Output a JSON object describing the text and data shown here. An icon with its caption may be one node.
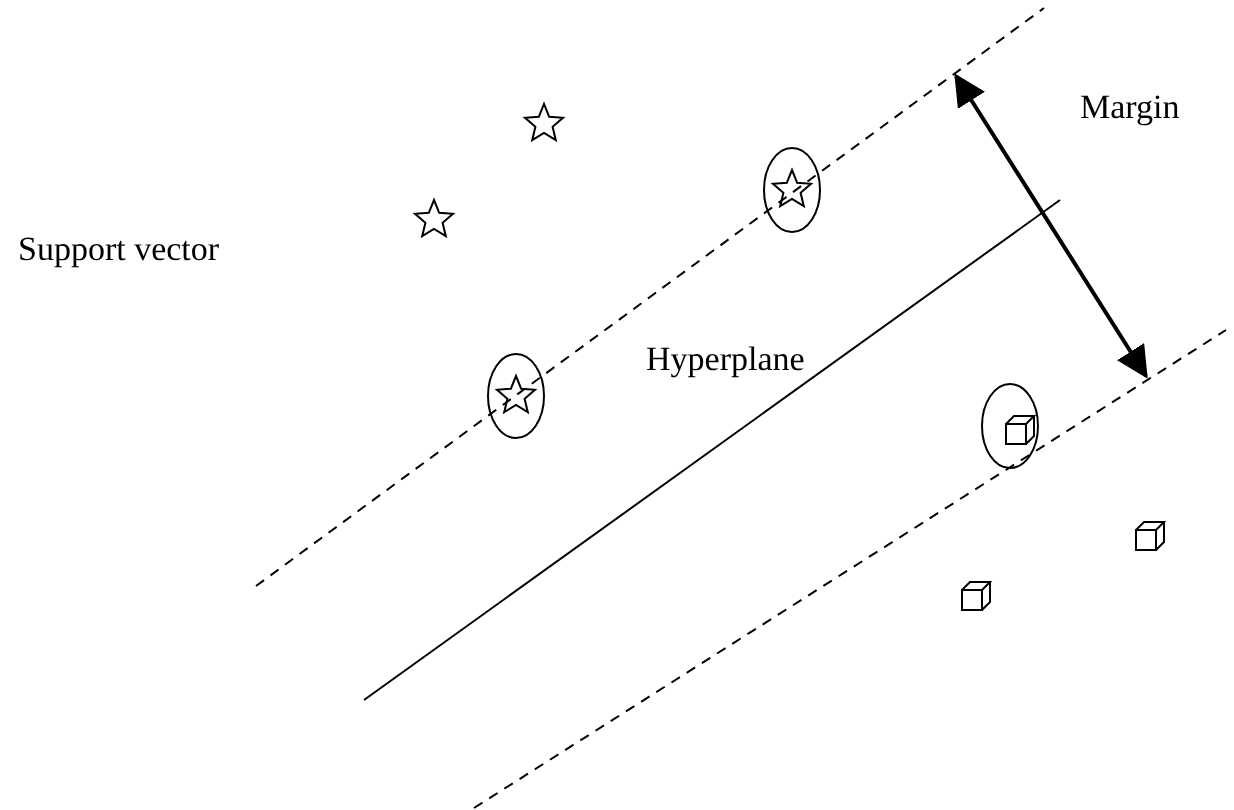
{
  "diagram": {
    "labels": [
      "Margin",
      "Support vector",
      "Hyperplane"
    ]
  }
}
